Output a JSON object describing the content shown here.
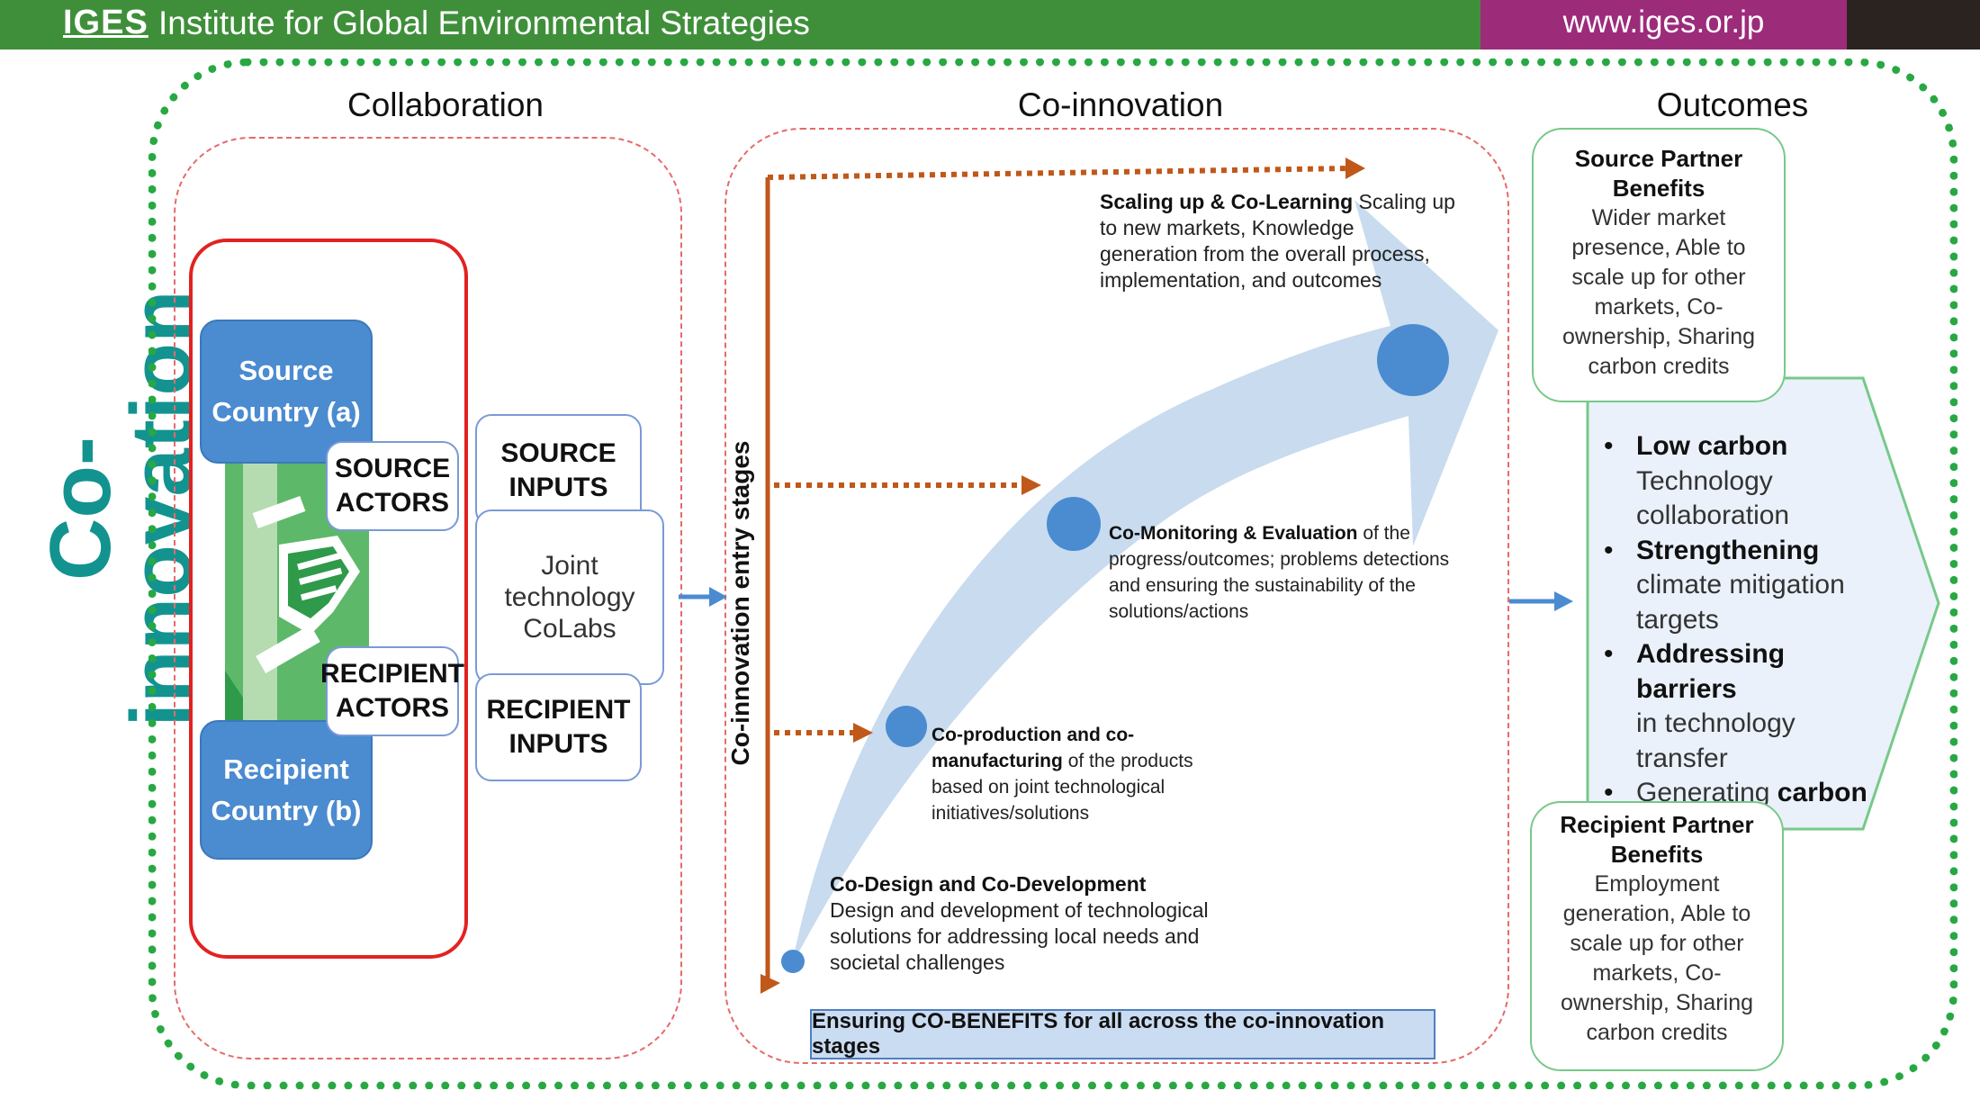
{
  "header": {
    "logo": "IGES",
    "title": "Institute for Global Environmental Strategies",
    "url": "www.iges.or.jp"
  },
  "side_title": "Co-innovation",
  "sections": {
    "collaboration": "Collaboration",
    "coinnovation": "Co-innovation",
    "outcomes": "Outcomes"
  },
  "collaboration": {
    "source_country": [
      "Source",
      "Country (a)"
    ],
    "recipient_country": [
      "Recipient",
      "Country (b)"
    ],
    "source_actors": [
      "SOURCE",
      "ACTORS"
    ],
    "recipient_actors": [
      "RECIPIENT",
      "ACTORS"
    ],
    "source_inputs": [
      "SOURCE",
      "INPUTS"
    ],
    "joint": [
      "Joint",
      "technology",
      "CoLabs"
    ],
    "recipient_inputs": [
      "RECIPIENT",
      "INPUTS"
    ]
  },
  "coinnovation": {
    "axis_label": "Co-innovation entry stages",
    "stages": [
      {
        "title": "Scaling up & Co-Learning",
        "body": "Scaling up to new markets, Knowledge generation from the overall process, implementation, and outcomes"
      },
      {
        "title": "Co-Monitoring & Evaluation",
        "body": "of the progress/outcomes; problems detections and ensuring the sustainability of the solutions/actions"
      },
      {
        "title": "Co-production and co-manufacturing",
        "body": "of the products based on joint technological initiatives/solutions"
      },
      {
        "title": "Co-Design and Co-Development",
        "body": "Design and development of technological solutions for addressing local needs and societal challenges"
      }
    ],
    "cobenefits": "Ensuring CO-BENEFITS for all across the co-innovation stages"
  },
  "outcomes": {
    "source_benefits_title": "Source Partner Benefits",
    "source_benefits_body": "Wider market presence, Able to scale up for other markets, Co-ownership, Sharing carbon credits",
    "recipient_benefits_title": "Recipient Partner Benefits",
    "recipient_benefits_body": "Employment generation, Able to scale up for other markets, Co-ownership, Sharing carbon credits",
    "bullets": [
      {
        "bold": "Low carbon",
        "rest": "Technology collaboration"
      },
      {
        "bold": "Strengthening",
        "rest": "climate mitigation targets"
      },
      {
        "bold": "Addressing barriers",
        "rest": "in technology transfer"
      },
      {
        "pre": "Generating",
        "bold": "carbon credits"
      }
    ]
  },
  "colors": {
    "header_green": "#3f8f3a",
    "header_purple": "#9c2b7a",
    "teal_title": "#13938f",
    "dotted_border": "#28a843",
    "blue_box": "#4b8bd0",
    "arrow_orange": "#c0581a",
    "handshake_green": "#2e9a4a"
  },
  "icons": [
    "handshake-icon",
    "arrow-right-icon",
    "dotted-arrow-icon",
    "curved-arrow-icon"
  ]
}
